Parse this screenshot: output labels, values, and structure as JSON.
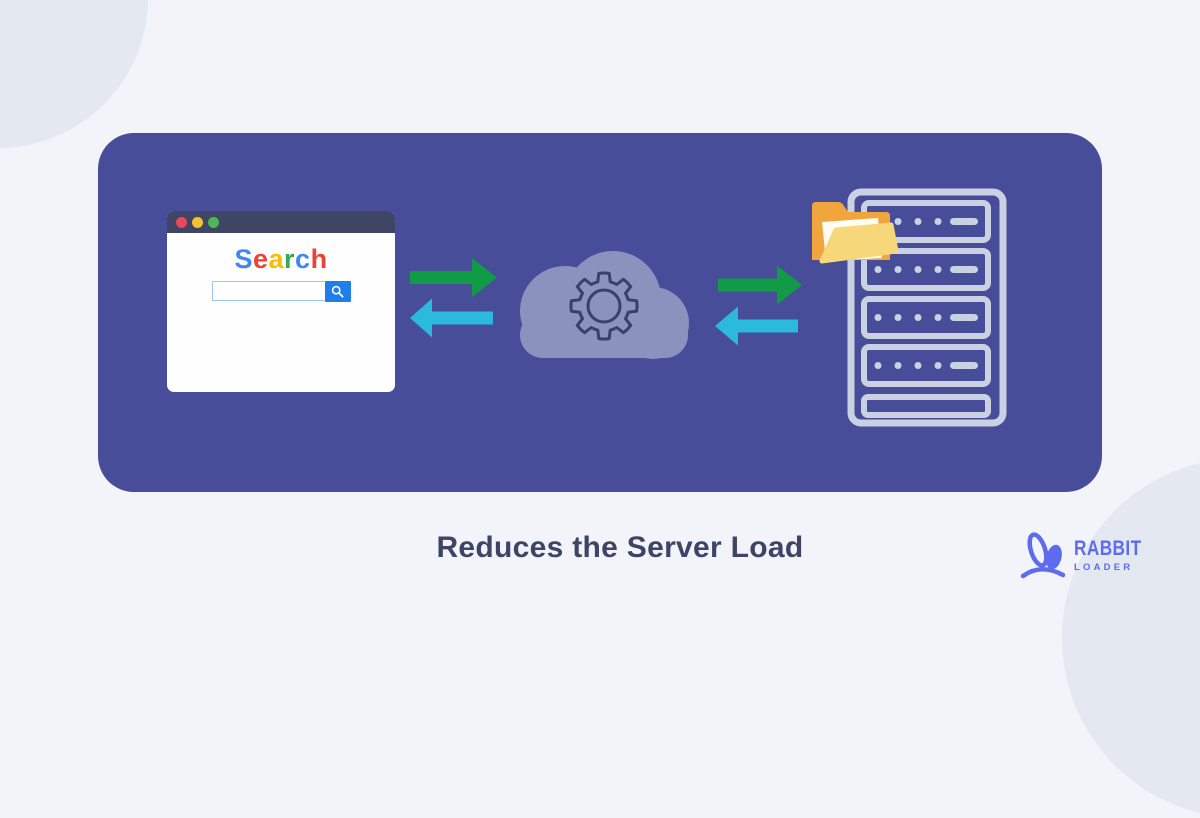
{
  "scene": {
    "background": "#F2F4FA",
    "decor_circle_color": "#E3E8F1",
    "panel_color": "#474D99"
  },
  "caption": {
    "text": "Reduces the Server Load",
    "color": "#3D4466"
  },
  "browser": {
    "titlebar_color": "#3F4565",
    "window_dots": [
      {
        "name": "close",
        "color": "#E8495A"
      },
      {
        "name": "minimize",
        "color": "#F2C330"
      },
      {
        "name": "maximize",
        "color": "#4FB65A"
      }
    ],
    "search_word": [
      {
        "ch": "S",
        "color": "#4285F4"
      },
      {
        "ch": "e",
        "color": "#EA4335"
      },
      {
        "ch": "a",
        "color": "#FBBC05"
      },
      {
        "ch": "r",
        "color": "#34A853"
      },
      {
        "ch": "c",
        "color": "#4285F4"
      },
      {
        "ch": "h",
        "color": "#EA4335"
      }
    ],
    "search_input": {
      "value": "",
      "placeholder": ""
    },
    "search_button_color": "#1F7FE8"
  },
  "flow": {
    "request_arrow_color": "#119B46",
    "response_arrow_color": "#2BB9DE"
  },
  "cloud": {
    "fill": "#8B92BE",
    "gear_color": "#3A4168"
  },
  "server": {
    "outline_color": "#C9D1E3",
    "rack_rows": 4,
    "dots_per_row": 4,
    "folder_colors": {
      "back": "#F0A63C",
      "paper": "#FEFCF3",
      "front": "#F6D87A"
    }
  },
  "logo": {
    "color": "#5F6BEE",
    "line1": "RABBIT",
    "line2": "LOADER"
  }
}
